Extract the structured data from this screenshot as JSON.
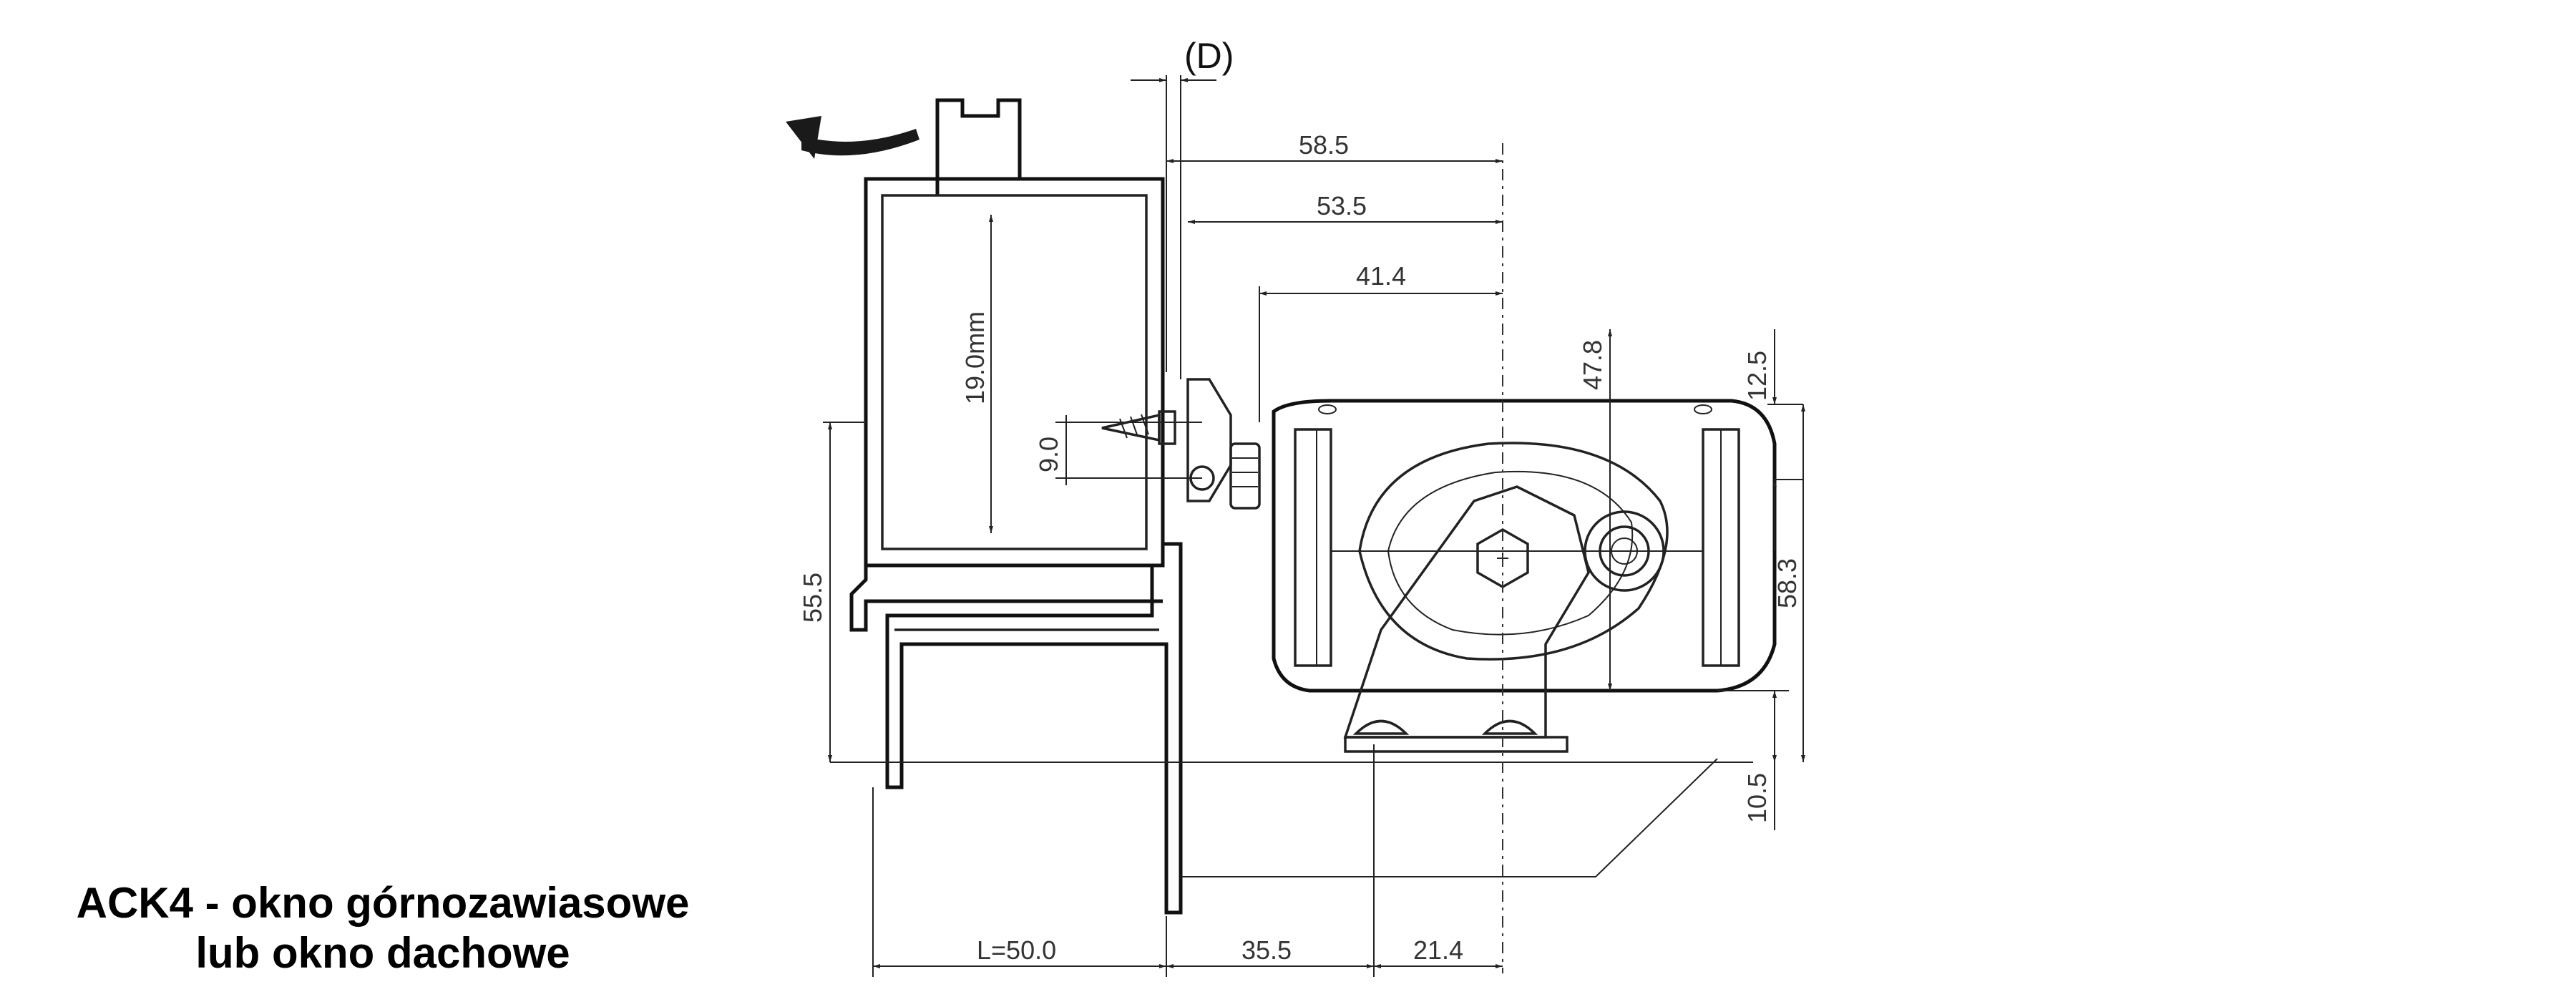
{
  "detail_label": "(D)",
  "dimensions": {
    "d_58_5": "58.5",
    "d_53_5": "53.5",
    "d_41_4": "41.4",
    "d_47_8": "47.8",
    "d_12_5": "12.5",
    "d_19_0": "19.0mm",
    "d_9_0": "9.0",
    "d_55_5": "55.5",
    "d_58_3": "58.3",
    "d_10_5": "10.5",
    "d_L_50": "L=50.0",
    "d_35_5": "35.5",
    "d_21_4": "21.4"
  },
  "caption": {
    "line1": "ACK4 - okno górnozawiasowe",
    "line2": "lub okno dachowe"
  }
}
